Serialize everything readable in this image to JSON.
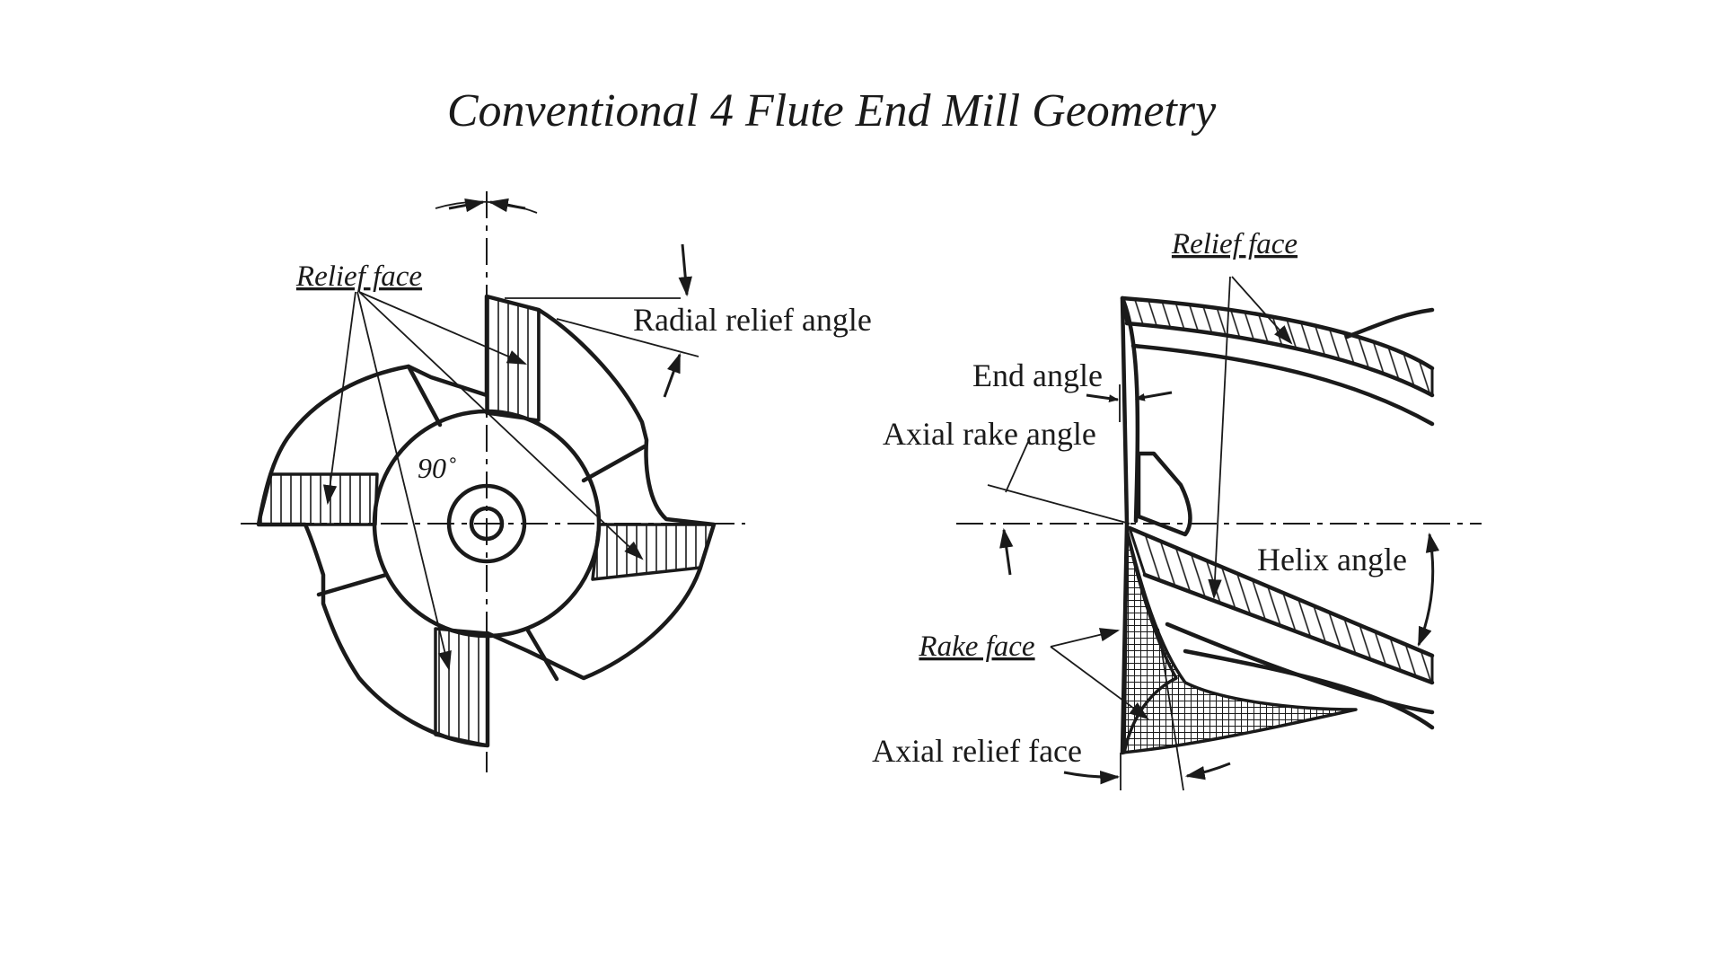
{
  "title": "Conventional 4 Flute End Mill Geometry",
  "left_view": {
    "relief_face": "Relief face",
    "radial_relief_angle": "Radial relief angle",
    "angle_90": "90˚"
  },
  "right_view": {
    "relief_face": "Relief face",
    "end_angle": "End angle",
    "axial_rake_angle": "Axial rake angle",
    "helix_angle": "Helix angle",
    "rake_face": "Rake face",
    "axial_relief_face": "Axial relief face"
  }
}
